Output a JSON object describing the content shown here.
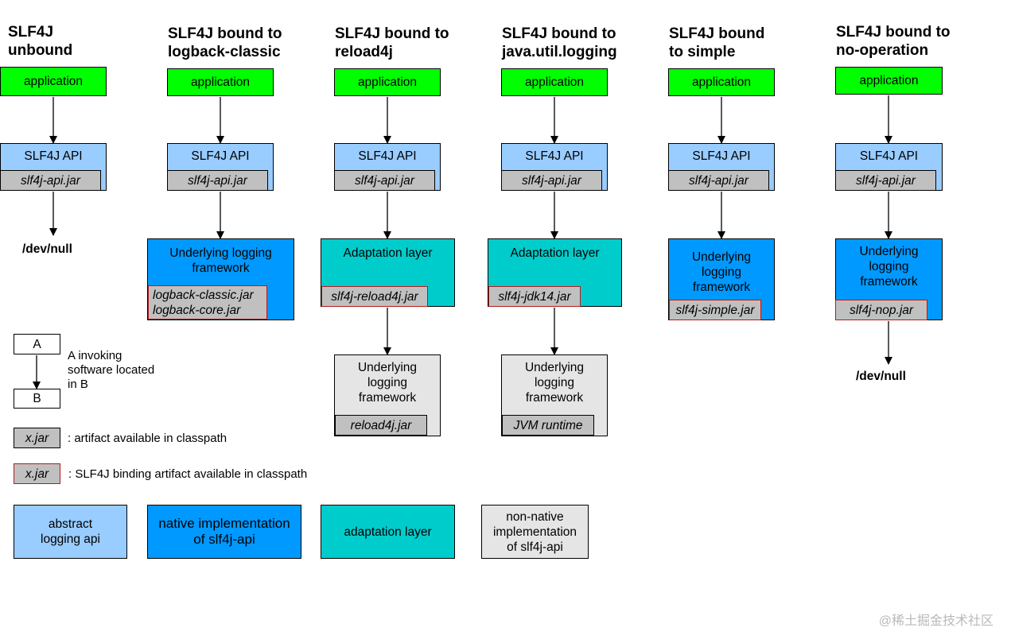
{
  "columns": [
    {
      "title": "SLF4J\nunbound",
      "application": "application",
      "api": "SLF4J API",
      "api_jar": "slf4j-api.jar",
      "end": "/dev/null"
    },
    {
      "title": "SLF4J bound to\nlogback-classic",
      "application": "application",
      "api": "SLF4J API",
      "api_jar": "slf4j-api.jar",
      "impl": "Underlying logging\nframework",
      "impl_jars": [
        "logback-classic.jar",
        "logback-core.jar"
      ]
    },
    {
      "title": "SLF4J bound to\nreload4j",
      "application": "application",
      "api": "SLF4J API",
      "api_jar": "slf4j-api.jar",
      "adapt": "Adaptation layer",
      "adapt_jar": "slf4j-reload4j.jar",
      "native": "Underlying\nlogging\nframework",
      "native_jar": "reload4j.jar"
    },
    {
      "title": "SLF4J bound to\njava.util.logging",
      "application": "application",
      "api": "SLF4J API",
      "api_jar": "slf4j-api.jar",
      "adapt": "Adaptation layer",
      "adapt_jar": "slf4j-jdk14.jar",
      "native": "Underlying\nlogging\nframework",
      "native_jar": "JVM runtime"
    },
    {
      "title": "SLF4J bound\nto simple",
      "application": "application",
      "api": "SLF4J API",
      "api_jar": "slf4j-api.jar",
      "impl": "Underlying\nlogging\nframework",
      "impl_jar": "slf4j-simple.jar"
    },
    {
      "title": "SLF4J bound to\nno-operation",
      "application": "application",
      "api": "SLF4J API",
      "api_jar": "slf4j-api.jar",
      "impl": "Underlying\nlogging\nframework",
      "impl_jar": "slf4j-nop.jar",
      "end": "/dev/null"
    }
  ],
  "legend": {
    "a": "A",
    "b": "B",
    "invoke_text": "A invoking\nsoftware located\nin B",
    "jar": "x.jar",
    "jar_text": ": artifact available in classpath",
    "bind_jar": "x.jar",
    "bind_text": ": SLF4J binding artifact available in classpath",
    "abstract": "abstract\nlogging api",
    "native_impl": "native implementation\nof slf4j-api",
    "adaptation": "adaptation layer",
    "non_native": "non-native\nimplementation\nof slf4j-api"
  },
  "watermark": "@稀土掘金技术社区",
  "colors": {
    "application": "#00ff00",
    "abstract_api": "#99ccff",
    "native": "#0099ff",
    "adaptation": "#00cccc",
    "non_native": "#e5e5e5",
    "jar": "#c0c0c0",
    "binding_border": "#b31b1b"
  }
}
